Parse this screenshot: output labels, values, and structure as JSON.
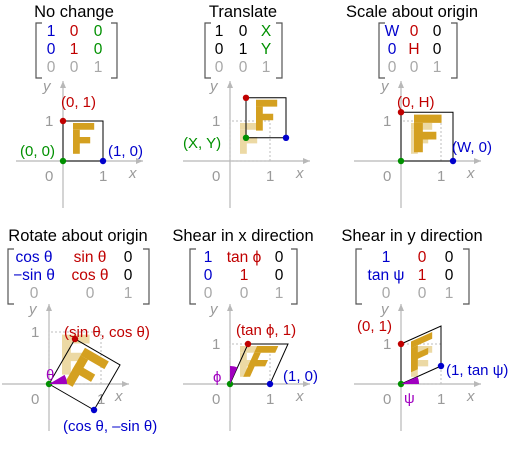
{
  "colors": {
    "red": "#c00000",
    "green": "#009000",
    "blue": "#0000cc",
    "gray": "#a8a8a8",
    "purple": "#a000c0",
    "glyph": "#d4a020",
    "glyph_faded": "#ecd9a4",
    "axis": "#b8b8b8"
  },
  "panels": [
    {
      "title": "No change",
      "matrix": [
        [
          {
            "t": "1",
            "c": "blue"
          },
          {
            "t": "0",
            "c": "red"
          },
          {
            "t": "0",
            "c": "green"
          }
        ],
        [
          {
            "t": "0",
            "c": "blue"
          },
          {
            "t": "1",
            "c": "red"
          },
          {
            "t": "0",
            "c": "green"
          }
        ],
        [
          {
            "t": "0",
            "c": "gray"
          },
          {
            "t": "0",
            "c": "gray"
          },
          {
            "t": "1",
            "c": "gray"
          }
        ]
      ],
      "axis_x": "x",
      "axis_y": "y",
      "tick_zero": "0",
      "tick_one_x": "1",
      "tick_one_y": "1",
      "labels": [
        {
          "t": "(0, 1)",
          "c": "red"
        },
        {
          "t": "(0, 0)",
          "c": "green"
        },
        {
          "t": "(1, 0)",
          "c": "blue"
        }
      ]
    },
    {
      "title": "Translate",
      "matrix": [
        [
          {
            "t": "1",
            "c": "black"
          },
          {
            "t": "0",
            "c": "black"
          },
          {
            "t": "X",
            "c": "green"
          }
        ],
        [
          {
            "t": "0",
            "c": "black"
          },
          {
            "t": "1",
            "c": "black"
          },
          {
            "t": "Y",
            "c": "green"
          }
        ],
        [
          {
            "t": "0",
            "c": "gray"
          },
          {
            "t": "0",
            "c": "gray"
          },
          {
            "t": "1",
            "c": "gray"
          }
        ]
      ],
      "axis_x": "x",
      "axis_y": "y",
      "tick_zero": "0",
      "tick_one_x": "1",
      "tick_one_y": "1",
      "labels": [
        {
          "t": "(X, Y)",
          "c": "green"
        }
      ]
    },
    {
      "title": "Scale about origin",
      "matrix": [
        [
          {
            "t": "W",
            "c": "blue"
          },
          {
            "t": "0",
            "c": "red"
          },
          {
            "t": "0",
            "c": "black"
          }
        ],
        [
          {
            "t": "0",
            "c": "blue"
          },
          {
            "t": "H",
            "c": "red"
          },
          {
            "t": "0",
            "c": "black"
          }
        ],
        [
          {
            "t": "0",
            "c": "gray"
          },
          {
            "t": "0",
            "c": "gray"
          },
          {
            "t": "1",
            "c": "gray"
          }
        ]
      ],
      "axis_x": "x",
      "axis_y": "y",
      "tick_zero": "0",
      "tick_one_x": "1",
      "tick_one_y": "1",
      "labels": [
        {
          "t": "(0, H)",
          "c": "red"
        },
        {
          "t": "(W, 0)",
          "c": "blue"
        }
      ]
    },
    {
      "title": "Rotate about origin",
      "matrix": [
        [
          {
            "t": "cos θ",
            "c": "blue"
          },
          {
            "t": "sin θ",
            "c": "red"
          },
          {
            "t": "0",
            "c": "black"
          }
        ],
        [
          {
            "t": "−sin θ",
            "c": "blue"
          },
          {
            "t": "cos θ",
            "c": "red"
          },
          {
            "t": "0",
            "c": "black"
          }
        ],
        [
          {
            "t": "0",
            "c": "gray"
          },
          {
            "t": "0",
            "c": "gray"
          },
          {
            "t": "1",
            "c": "gray"
          }
        ]
      ],
      "axis_x": "x",
      "axis_y": "y",
      "tick_zero": "0",
      "tick_one_x": "1",
      "tick_one_y": "1",
      "labels": [
        {
          "t": "(sin θ, cos θ)",
          "c": "red"
        },
        {
          "t": "θ",
          "c": "purple"
        },
        {
          "t": "(cos θ, –sin θ)",
          "c": "blue"
        }
      ]
    },
    {
      "title": "Shear in x direction",
      "matrix": [
        [
          {
            "t": "1",
            "c": "blue"
          },
          {
            "t": "tan ϕ",
            "c": "red"
          },
          {
            "t": "0",
            "c": "black"
          }
        ],
        [
          {
            "t": "0",
            "c": "blue"
          },
          {
            "t": "1",
            "c": "red"
          },
          {
            "t": "0",
            "c": "black"
          }
        ],
        [
          {
            "t": "0",
            "c": "gray"
          },
          {
            "t": "0",
            "c": "gray"
          },
          {
            "t": "1",
            "c": "gray"
          }
        ]
      ],
      "axis_x": "x",
      "axis_y": "y",
      "tick_zero": "0",
      "tick_one_x": "1",
      "tick_one_y": "1",
      "labels": [
        {
          "t": "(tan ϕ, 1)",
          "c": "red"
        },
        {
          "t": "ϕ",
          "c": "purple"
        },
        {
          "t": "(1, 0)",
          "c": "blue"
        }
      ]
    },
    {
      "title": "Shear in y direction",
      "matrix": [
        [
          {
            "t": "1",
            "c": "blue"
          },
          {
            "t": "0",
            "c": "red"
          },
          {
            "t": "0",
            "c": "black"
          }
        ],
        [
          {
            "t": "tan ψ",
            "c": "blue"
          },
          {
            "t": "1",
            "c": "red"
          },
          {
            "t": "0",
            "c": "black"
          }
        ],
        [
          {
            "t": "0",
            "c": "gray"
          },
          {
            "t": "0",
            "c": "gray"
          },
          {
            "t": "1",
            "c": "gray"
          }
        ]
      ],
      "axis_x": "x",
      "axis_y": "y",
      "tick_zero": "0",
      "tick_one_x": "1",
      "tick_one_y": "1",
      "labels": [
        {
          "t": "(0, 1)",
          "c": "red"
        },
        {
          "t": "(1, tan ψ)",
          "c": "blue"
        },
        {
          "t": "ψ",
          "c": "purple"
        }
      ]
    }
  ]
}
